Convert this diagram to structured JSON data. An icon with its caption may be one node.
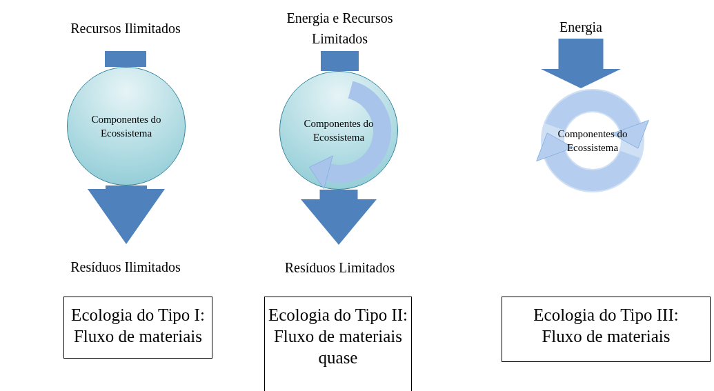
{
  "diagram": {
    "nodes": [
      {
        "text": [
          "Recursos Ilimitados"
        ]
      },
      {
        "text": [
          "Componentes do Ecossistema"
        ]
      },
      {
        "text": [
          "Resíduos Ilimitados"
        ]
      },
      {
        "text": [
          "Ecologia do Tipo I: Fluxo de materiais"
        ]
      },
      {
        "text": [
          "Energia e Recursos Limitados"
        ]
      },
      {
        "text": [
          "Componentes do Ecossistema"
        ]
      },
      {
        "text": [
          "Resíduos Limitados"
        ]
      },
      {
        "text": [
          "Ecologia do Tipo II: Fluxo de materiais quase"
        ]
      },
      {
        "text": [
          "Energia"
        ]
      },
      {
        "text": [
          "Componentes do Ecossistema"
        ]
      },
      {
        "text": [
          "Ecologia do Tipo III: Fluxo de materiais"
        ]
      }
    ],
    "edges": [
      {
        "from": 0,
        "to": 1,
        "arrow": "none"
      },
      {
        "from": 1,
        "to": 2,
        "arrow": "to"
      },
      {
        "from": 4,
        "to": 5,
        "arrow": "none"
      },
      {
        "from": 5,
        "to": 6,
        "arrow": "to"
      },
      {
        "from": 8,
        "to": 9,
        "arrow": "to"
      }
    ]
  }
}
